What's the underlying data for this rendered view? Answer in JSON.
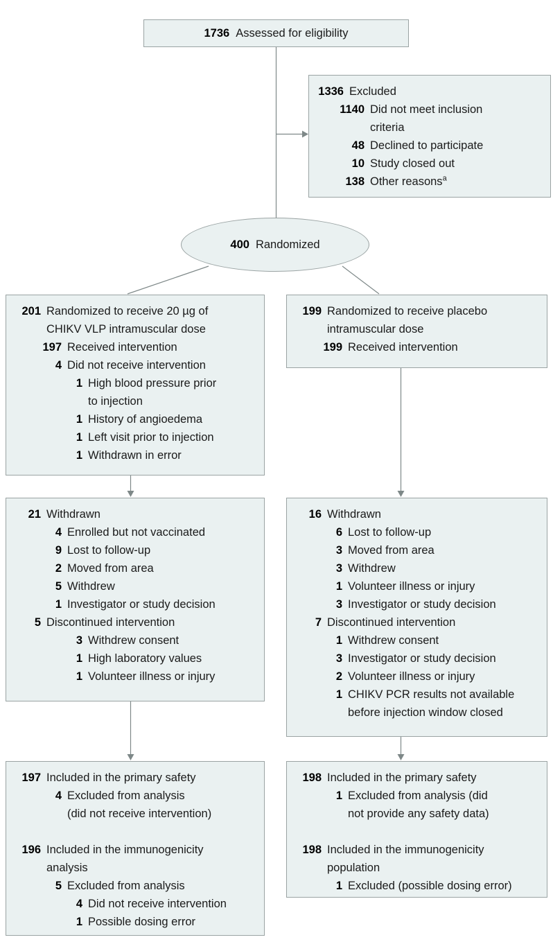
{
  "colors": {
    "box_fill": "#eaf1f1",
    "box_border": "#9aa3a3",
    "connector": "#7e8888",
    "text": "#1a1a1a"
  },
  "top_box": {
    "n": "1736",
    "t": "Assessed for eligibility"
  },
  "excluded_box": {
    "lines": [
      {
        "n": "1336",
        "t": "Excluded",
        "lvl": 0
      },
      {
        "n": "1140",
        "t": "Did not meet inclusion\ncriteria",
        "lvl": 1
      },
      {
        "n": "48",
        "t": "Declined to participate",
        "lvl": 1
      },
      {
        "n": "10",
        "t": "Study closed out",
        "lvl": 1
      },
      {
        "n": "138",
        "t": "Other reasons",
        "sup": "a",
        "lvl": 1
      }
    ]
  },
  "randomized": {
    "n": "400",
    "t": "Randomized"
  },
  "vaccine_arm_box": {
    "lines": [
      {
        "n": "201",
        "t": "Randomized to receive 20 µg of\nCHIKV VLP intramuscular dose",
        "lvl": 0
      },
      {
        "n": "197",
        "t": "Received intervention",
        "lvl": 1
      },
      {
        "n": "4",
        "t": "Did not receive intervention",
        "lvl": 1
      },
      {
        "n": "1",
        "t": "High blood pressure prior\nto injection",
        "lvl": 2
      },
      {
        "n": "1",
        "t": "History of angioedema",
        "lvl": 2
      },
      {
        "n": "1",
        "t": "Left visit prior to injection",
        "lvl": 2
      },
      {
        "n": "1",
        "t": "Withdrawn in error",
        "lvl": 2
      }
    ]
  },
  "placebo_arm_box": {
    "lines": [
      {
        "n": "199",
        "t": "Randomized to receive placebo\nintramuscular dose",
        "lvl": 0
      },
      {
        "n": "199",
        "t": "Received intervention",
        "lvl": 1
      }
    ]
  },
  "vaccine_withdrawn_box": {
    "lines": [
      {
        "n": "21",
        "t": "Withdrawn",
        "lvl": 0
      },
      {
        "n": "4",
        "t": "Enrolled but not vaccinated",
        "lvl": 1
      },
      {
        "n": "9",
        "t": "Lost to follow-up",
        "lvl": 1
      },
      {
        "n": "2",
        "t": "Moved from area",
        "lvl": 1
      },
      {
        "n": "5",
        "t": "Withdrew",
        "lvl": 1
      },
      {
        "n": "1",
        "t": "Investigator or study decision",
        "lvl": 1
      },
      {
        "n": "5",
        "t": "Discontinued intervention",
        "lvl": 0
      },
      {
        "n": "3",
        "t": "Withdrew consent",
        "lvl": 2
      },
      {
        "n": "1",
        "t": "High laboratory values",
        "lvl": 2
      },
      {
        "n": "1",
        "t": "Volunteer illness or injury",
        "lvl": 2
      }
    ]
  },
  "placebo_withdrawn_box": {
    "lines": [
      {
        "n": "16",
        "t": "Withdrawn",
        "lvl": 0
      },
      {
        "n": "6",
        "t": "Lost to follow-up",
        "lvl": 1
      },
      {
        "n": "3",
        "t": "Moved from area",
        "lvl": 1
      },
      {
        "n": "3",
        "t": "Withdrew",
        "lvl": 1
      },
      {
        "n": "1",
        "t": "Volunteer illness or injury",
        "lvl": 1
      },
      {
        "n": "3",
        "t": "Investigator or study decision",
        "lvl": 1
      },
      {
        "n": "7",
        "t": "Discontinued intervention",
        "lvl": 0
      },
      {
        "n": "1",
        "t": "Withdrew consent",
        "lvl": 1
      },
      {
        "n": "3",
        "t": "Investigator or study decision",
        "lvl": 1
      },
      {
        "n": "2",
        "t": "Volunteer illness or injury",
        "lvl": 1
      },
      {
        "n": "1",
        "t": "CHIKV PCR results not available\nbefore injection window closed",
        "lvl": 1
      }
    ]
  },
  "vaccine_analysis_box": {
    "lines": [
      {
        "n": "197",
        "t": "Included in the primary safety",
        "lvl": 0
      },
      {
        "n": "4",
        "t": "Excluded from analysis\n(did not receive intervention)",
        "lvl": 1
      },
      {
        "n": "196",
        "t": "Included in the immunogenicity\nanalysis",
        "lvl": 0,
        "gap": true
      },
      {
        "n": "5",
        "t": "Excluded from analysis",
        "lvl": 1
      },
      {
        "n": "4",
        "t": "Did not receive intervention",
        "lvl": 2
      },
      {
        "n": "1",
        "t": "Possible dosing error",
        "lvl": 2
      }
    ]
  },
  "placebo_analysis_box": {
    "lines": [
      {
        "n": "198",
        "t": "Included in the primary safety",
        "lvl": 0
      },
      {
        "n": "1",
        "t": "Excluded from analysis (did\nnot provide any safety data)",
        "lvl": 1
      },
      {
        "n": "198",
        "t": "Included in the immunogenicity\npopulation",
        "lvl": 0,
        "gap": true
      },
      {
        "n": "1",
        "t": "Excluded (possible dosing error)",
        "lvl": 1
      }
    ]
  }
}
